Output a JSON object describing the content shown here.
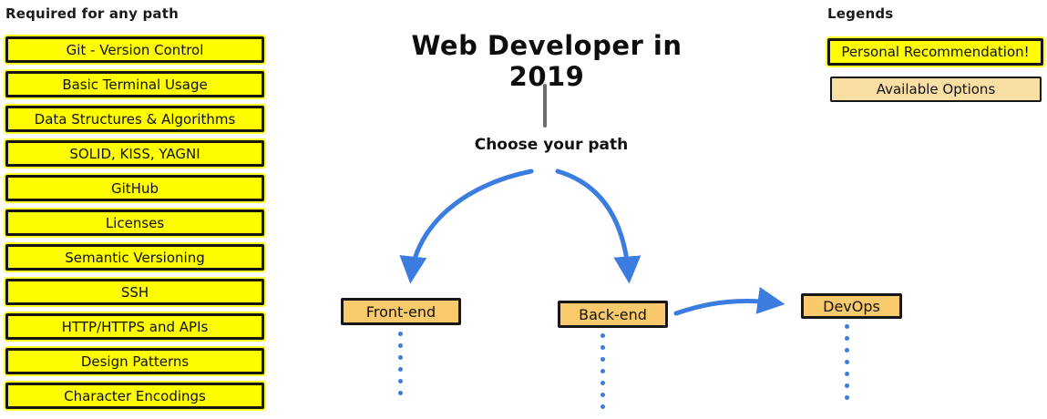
{
  "page": {
    "title": "Web Developer in 2019",
    "subtitle": "Choose your path"
  },
  "required": {
    "heading": "Required for any path",
    "items": [
      "Git - Version Control",
      "Basic Terminal Usage",
      "Data Structures & Algorithms",
      "SOLID, KISS, YAGNI",
      "GitHub",
      "Licenses",
      "Semantic Versioning",
      "SSH",
      "HTTP/HTTPS and APIs",
      "Design Patterns",
      "Character Encodings"
    ]
  },
  "paths": {
    "frontend": "Front-end",
    "backend": "Back-end",
    "devops": "DevOps"
  },
  "legends": {
    "heading": "Legends",
    "personal_recommendation": "Personal Recommendation!",
    "available_options": "Available Options"
  },
  "colors": {
    "recommendation_yellow": "#FDFD00",
    "option_fill": "#F8CA6B",
    "option_fill_light": "#FADFA4",
    "arrow_blue": "#3B7CE0",
    "border_black": "#161616",
    "connector_gray": "#6E6E6E"
  }
}
